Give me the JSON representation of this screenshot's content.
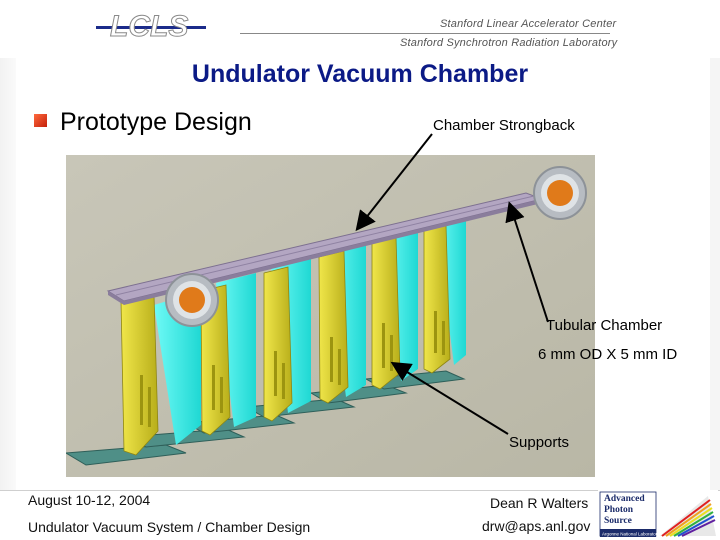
{
  "header": {
    "logo_text": "LCLS",
    "lab_line1": "Stanford Linear Accelerator Center",
    "lab_line2": "Stanford Synchrotron Radiation Laboratory"
  },
  "slide": {
    "title": "Undulator Vacuum Chamber",
    "bullet": "Prototype Design"
  },
  "callouts": {
    "strongback": "Chamber Strongback",
    "tubular_line1": "Tubular Chamber",
    "tubular_line2": "6 mm OD X 5 mm ID",
    "supports": "Supports"
  },
  "footer": {
    "date": "August 10-12, 2004",
    "course": "Undulator Vacuum System / Chamber Design",
    "author": "Dean R Walters",
    "email": "drw@aps.anl.gov",
    "aps_logo_lines": [
      "Advanced",
      "Photon",
      "Source",
      "Argonne National Laboratory"
    ]
  },
  "colors": {
    "title": "#0b1a86",
    "bullet": "#d0300f",
    "support_yellow": "#dcd22a",
    "support_cyan": "#2ff5f0",
    "strongback": "#a394b4",
    "base_teal": "#4f8f87"
  }
}
